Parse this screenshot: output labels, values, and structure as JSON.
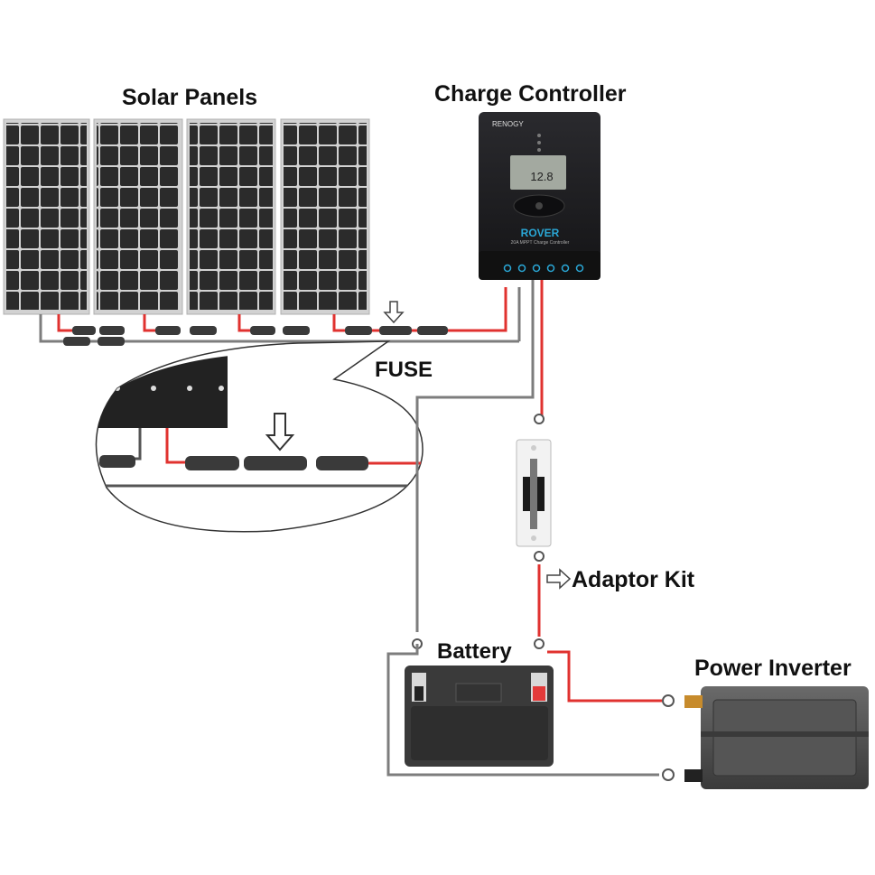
{
  "labels": {
    "solar_panels": "Solar Panels",
    "charge_controller": "Charge Controller",
    "fuse": "FUSE",
    "adaptor_kit": "Adaptor Kit",
    "battery": "Battery",
    "power_inverter": "Power Inverter"
  },
  "controller": {
    "brand": "RENOGY",
    "model": "ROVER",
    "subtitle": "20A MPPT Charge Controller",
    "display_value": "12.8"
  },
  "colors": {
    "positive_wire": "#e0322f",
    "negative_wire": "#7d7d7d",
    "panel_cell": "#2b2b2b",
    "panel_frame": "#c9c9c9",
    "controller_body": "#1f1f22",
    "controller_accent": "#2aa7d6",
    "battery_body": "#3a3a3a",
    "battery_positive": "#e33a3a",
    "inverter_body": "#4a4a4a"
  },
  "icons": {
    "fuse_pointer": "down-arrow-outline-icon",
    "adaptor_pointer": "right-arrow-outline-icon",
    "ring_terminal": "ring-terminal-icon"
  }
}
